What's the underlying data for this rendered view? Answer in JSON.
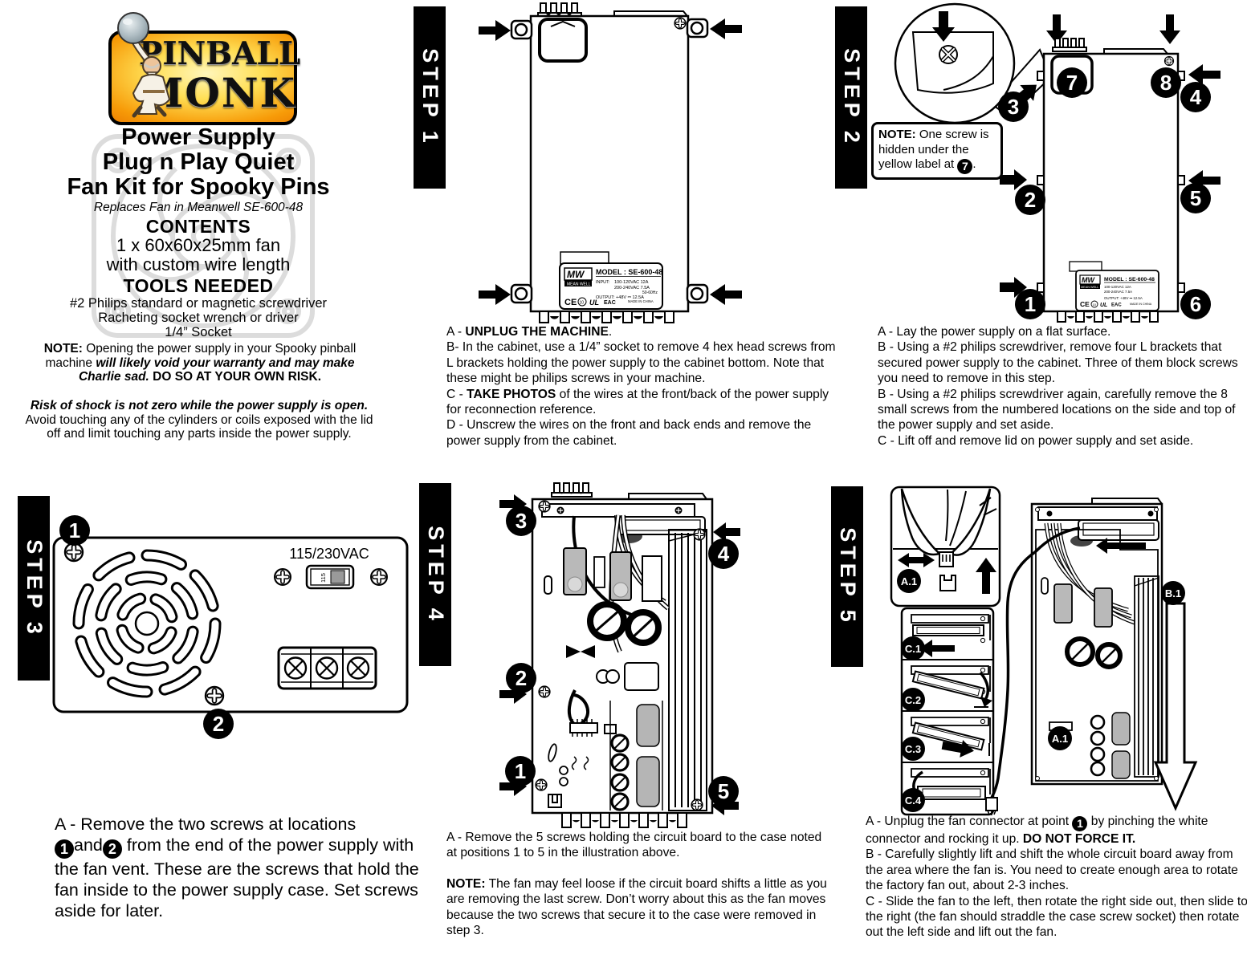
{
  "colors": {
    "logo_orange": "#ee8302",
    "logo_yellow": "#ffdf55",
    "ink": "#000000",
    "component_gray": "#b9b9b9"
  },
  "logo": {
    "line1": "PINBALL",
    "line2": "MONK"
  },
  "header": {
    "title1": "Power Supply",
    "title2": "Plug n Play Quiet",
    "title3": "Fan Kit for Spooky Pins",
    "subtitle": "Replaces Fan in Meanwell SE-600-48",
    "contents_heading": "CONTENTS",
    "contents1": "1 x 60x60x25mm fan",
    "contents2": "with custom wire length",
    "tools_heading": "TOOLS NEEDED",
    "tool1": "#2 Philips standard or magnetic screwdriver",
    "tool2": "Racheting socket wrench or driver",
    "tool3": "1/4” Socket",
    "warranty_note": {
      "label": "NOTE:",
      "t1": " Opening the power supply in your Spooky pinball machine ",
      "i1": "will likely void your warranty and may make Charlie sad.",
      "b1": " DO SO AT YOUR OWN RISK."
    },
    "risk_note": {
      "i1": "Risk of shock is not zero while the power supply is open.",
      "t1": " Avoid touching any of the cylinders or coils exposed with the lid off and limit touching any parts inside the power supply."
    }
  },
  "psu_label": {
    "brand": "MW",
    "brand_sub": "MEAN WELL",
    "model": "MODEL : SE-600-48",
    "input_label": "INPUT:",
    "input1": "100-120VAC   12A",
    "input2": "200-240VAC   7.5A",
    "freq": "50-60Hz",
    "output": "OUTPUT: +48V ⎓ 12.5A",
    "mark_ce": "CE",
    "mark_10": "10",
    "mark_ul": "UL",
    "mark_eac": "EAC",
    "made_in": "MADE IN CHINA"
  },
  "step1": {
    "banner": "STEP 1",
    "text": {
      "a_pre": "A - ",
      "a_bold": "UNPLUG THE MACHINE",
      "a_post": ".",
      "b": "B- In the cabinet, use a 1/4” socket to remove 4 hex head screws from L brackets holding the power supply to the cabinet bottom. Note that these might be philips screws in your machine.",
      "c_pre": "C - ",
      "c_bold": "TAKE PHOTOS",
      "c_post": " of the wires at the front/back of the power supply for reconnection reference.",
      "d": "D - Unscrew the wires on the front and back ends and remove the power supply from the cabinet."
    }
  },
  "step2": {
    "banner": "STEP 2",
    "note": {
      "label": "NOTE:",
      "t1": " One screw is hidden under the yellow label at ",
      "badge": "7",
      "t2": "."
    },
    "callouts": [
      "1",
      "2",
      "3",
      "4",
      "5",
      "6",
      "7",
      "8"
    ],
    "text": {
      "a": "A - Lay the power supply on a flat surface.",
      "b1": "B - Using a #2 philips screwdriver, remove four L brackets that secured power supply to the cabinet. Three of them block screws you need to remove in this step.",
      "b2": "B - Using a #2 philips screwdriver again, carefully remove the 8 small screws from the numbered locations on the side and top of the power supply and set aside.",
      "c": "C - Lift off and remove lid on power supply and set aside."
    }
  },
  "step3": {
    "banner": "STEP 3",
    "voltage_label": "115/230VAC",
    "switch_label": "115",
    "callouts": [
      "1",
      "2"
    ],
    "text": {
      "a_line1": "A - Remove the two screws at locations",
      "badge1": "1",
      "mid": "and",
      "badge2": "2",
      "a_post": " from the end of the power supply with the fan vent. These are the screws that hold the fan inside to the power supply case. Set screws aside for later."
    }
  },
  "step4": {
    "banner": "STEP 4",
    "callouts": [
      "1",
      "2",
      "3",
      "4",
      "5"
    ],
    "text": {
      "a": "A - Remove the 5 screws holding the circuit board to the case noted at positions 1 to 5 in the illustration above.",
      "note_label": "NOTE:",
      "note": " The fan may feel loose if the circuit board shifts a little as you are removing the last screw. Don’t worry about this as the fan moves because the two screws that secure it to the case were removed in step 3."
    }
  },
  "step5": {
    "banner": "STEP 5",
    "labels": {
      "a1": "A.1",
      "b1": "B.1",
      "c1": "C.1",
      "c2": "C.2",
      "c3": "C.3",
      "c4": "C.4"
    },
    "text": {
      "a_pre": "A - Unplug the fan connector at point ",
      "a_badge": "1",
      "a_mid": " by pinching the white connector and rocking it up. ",
      "a_bold": "DO NOT FORCE IT.",
      "b": "B - Carefully slightly lift and shift the whole circuit board away from the area where the fan is. You need to create enough area to rotate the factory fan out, about 2-3 inches.",
      "c": "C - Slide the fan to the left, then rotate the right side out, then slide to the right (the fan should straddle the case screw socket) then rotate out the left side and lift out the fan."
    }
  }
}
